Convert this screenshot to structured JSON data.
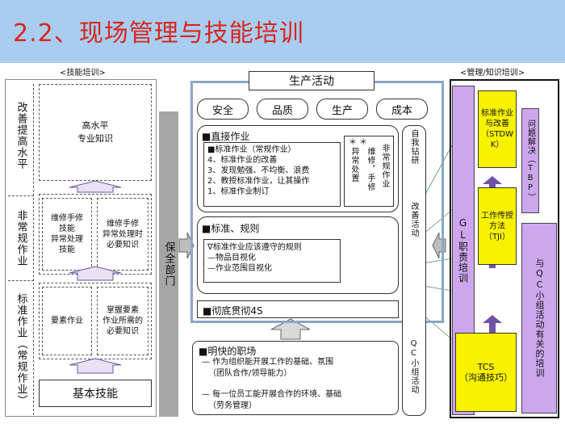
{
  "title": "2.2、现场管理与技能培训",
  "left": {
    "header": "<技能培训>",
    "side_labels": [
      "改善提高水平",
      "非常规作业",
      "标准作业（常规作业）"
    ],
    "top_box": "高水平\n专业知识",
    "mid_left": "维修手修\n技能\n异常处理\n技能",
    "mid_right": "维修手修\n异常处理时\n必要知识",
    "low_left": "要素作业",
    "low_right": "掌握要素\n作业所需的\n必要知识",
    "base": "基本技能"
  },
  "safety_col": "保全部门",
  "center": {
    "header": "生产活动",
    "pills": [
      "安全",
      "品质",
      "生产",
      "成本"
    ],
    "direct_title": "■直接作业",
    "direct_items": [
      "■标准作业（常规作业）",
      "4、标准作业的改善",
      "3、发现勉强、不均衡、浪费",
      "2、教授标准作业，让其操作",
      "1、标准作业制订"
    ],
    "abnormal_right": "非常规作业",
    "abnormal_left": "异常处置",
    "abnormal_mid": "维修，手修",
    "stars": "＊  ＊",
    "std_title": "■标准、规则",
    "std_items": [
      "∇标准作业应该遵守的规则",
      "—物品目视化",
      "—作业范围目视化"
    ],
    "thorough": "■彻底贯彻4S",
    "self_drill": "自我钻研",
    "improve": "改善活动",
    "qc": "QC小组活动",
    "bright_title": "■明快的职场",
    "bright_items": [
      "— 作为组织能开展工作的基础、氛围",
      "（团队合作/领导能力）",
      "— 每一位员工能开展合作的环境、基础",
      "（劳务管理）"
    ]
  },
  "right": {
    "header": "<管理/知识培训>",
    "gl": "GL职责培训",
    "stdw": "标准作业\n与改善\n（STDW\nK）",
    "tji": "工作传授\n方法\n（TJI）",
    "tcs": "TCS\n（沟通技巧）",
    "tbp": "问题解决（TBP）",
    "qc_train": "与QC小组活动有关的培训"
  },
  "colors": {
    "title_bg": "#a9cdf0",
    "title_text": "#d8261c",
    "yellow": "#f7f200",
    "purple": "#cda6ee",
    "gray_bar": "#a6a6a6",
    "blue_border": "#8aa6c8",
    "arrow_gray": "#7f7f7f",
    "arrow_purple": "#6f51a6"
  }
}
